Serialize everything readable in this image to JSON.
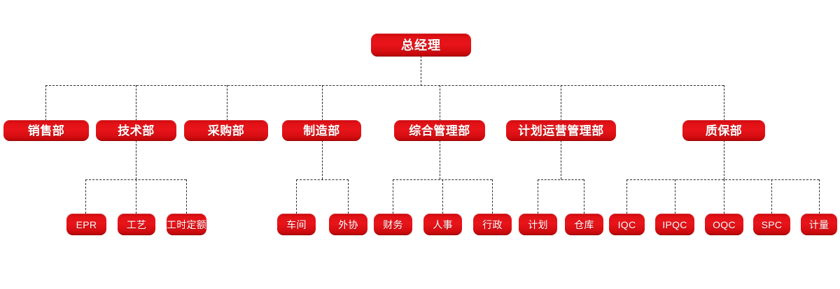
{
  "chart_data": {
    "type": "diagram",
    "subtype": "organization-chart",
    "title": "",
    "orientation": "top-down",
    "connector_style": "dashed-orthogonal",
    "connector_color": "#2b2b2b",
    "node_color": "#e0121a",
    "node_text_color": "#ffffff",
    "background": "#ffffff",
    "levels": 3,
    "root": {
      "label": "总经理",
      "level": 0
    },
    "departments": [
      {
        "label": "销售部",
        "level": 1,
        "children": []
      },
      {
        "label": "技术部",
        "level": 1,
        "children": [
          "EPR",
          "工艺",
          "工时定额"
        ]
      },
      {
        "label": "采购部",
        "level": 1,
        "children": []
      },
      {
        "label": "制造部",
        "level": 1,
        "children": [
          "车间",
          "外协"
        ]
      },
      {
        "label": "综合管理部",
        "level": 1,
        "children": [
          "财务",
          "人事",
          "行政"
        ]
      },
      {
        "label": "计划运营管理部",
        "level": 1,
        "children": [
          "计划",
          "仓库"
        ]
      },
      {
        "label": "质保部",
        "level": 1,
        "children": [
          "IQC",
          "IPQC",
          "OQC",
          "SPC",
          "计量"
        ]
      }
    ],
    "leaves": [
      "EPR",
      "工艺",
      "工时定额",
      "车间",
      "外协",
      "财务",
      "人事",
      "行政",
      "计划",
      "仓库",
      "IQC",
      "IPQC",
      "OQC",
      "SPC",
      "计量"
    ]
  },
  "nodes": {
    "root": {
      "label": "总经理"
    },
    "dept": {
      "sales": "销售部",
      "technology": "技术部",
      "procurement": "采购部",
      "manufacturing": "制造部",
      "general_management": "综合管理部",
      "planning_operations": "计划运营管理部",
      "quality_assurance": "质保部"
    },
    "leaf": {
      "epr": "EPR",
      "process": "工艺",
      "work_hour_quota": "工时定额",
      "workshop": "车间",
      "outsourcing": "外协",
      "finance": "财务",
      "hr": "人事",
      "administration": "行政",
      "planning": "计划",
      "warehouse": "仓库",
      "iqc": "IQC",
      "ipqc": "IPQC",
      "oqc": "OQC",
      "spc": "SPC",
      "metrology": "计量"
    }
  }
}
